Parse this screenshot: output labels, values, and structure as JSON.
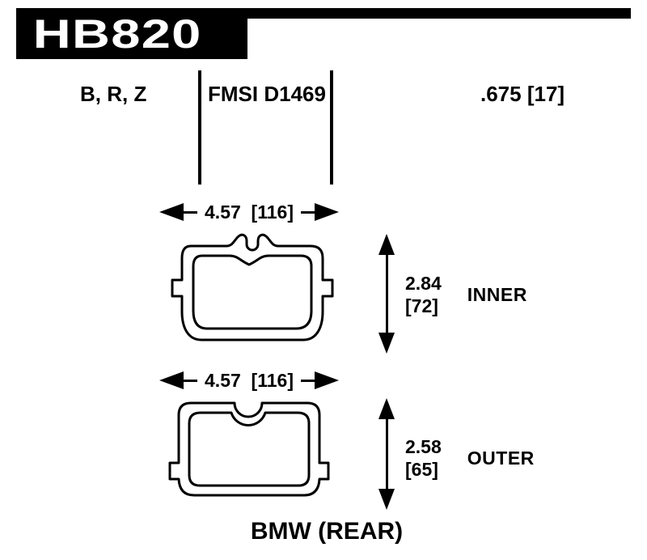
{
  "header": {
    "part_number": "HB820"
  },
  "specs": {
    "compounds": "B, R, Z",
    "fmsi": "FMSI D1469",
    "pad_thickness": ".675 [17]"
  },
  "inner_pad": {
    "width": "4.57  [116]",
    "height_in": "2.84",
    "height_mm": "[72]",
    "label": "INNER"
  },
  "outer_pad": {
    "width": "4.57  [116]",
    "height_in": "2.58",
    "height_mm": "[65]",
    "label": "OUTER"
  },
  "footer": {
    "application": "BMW (REAR)"
  },
  "colors": {
    "ink": "#000000",
    "background": "#ffffff"
  }
}
